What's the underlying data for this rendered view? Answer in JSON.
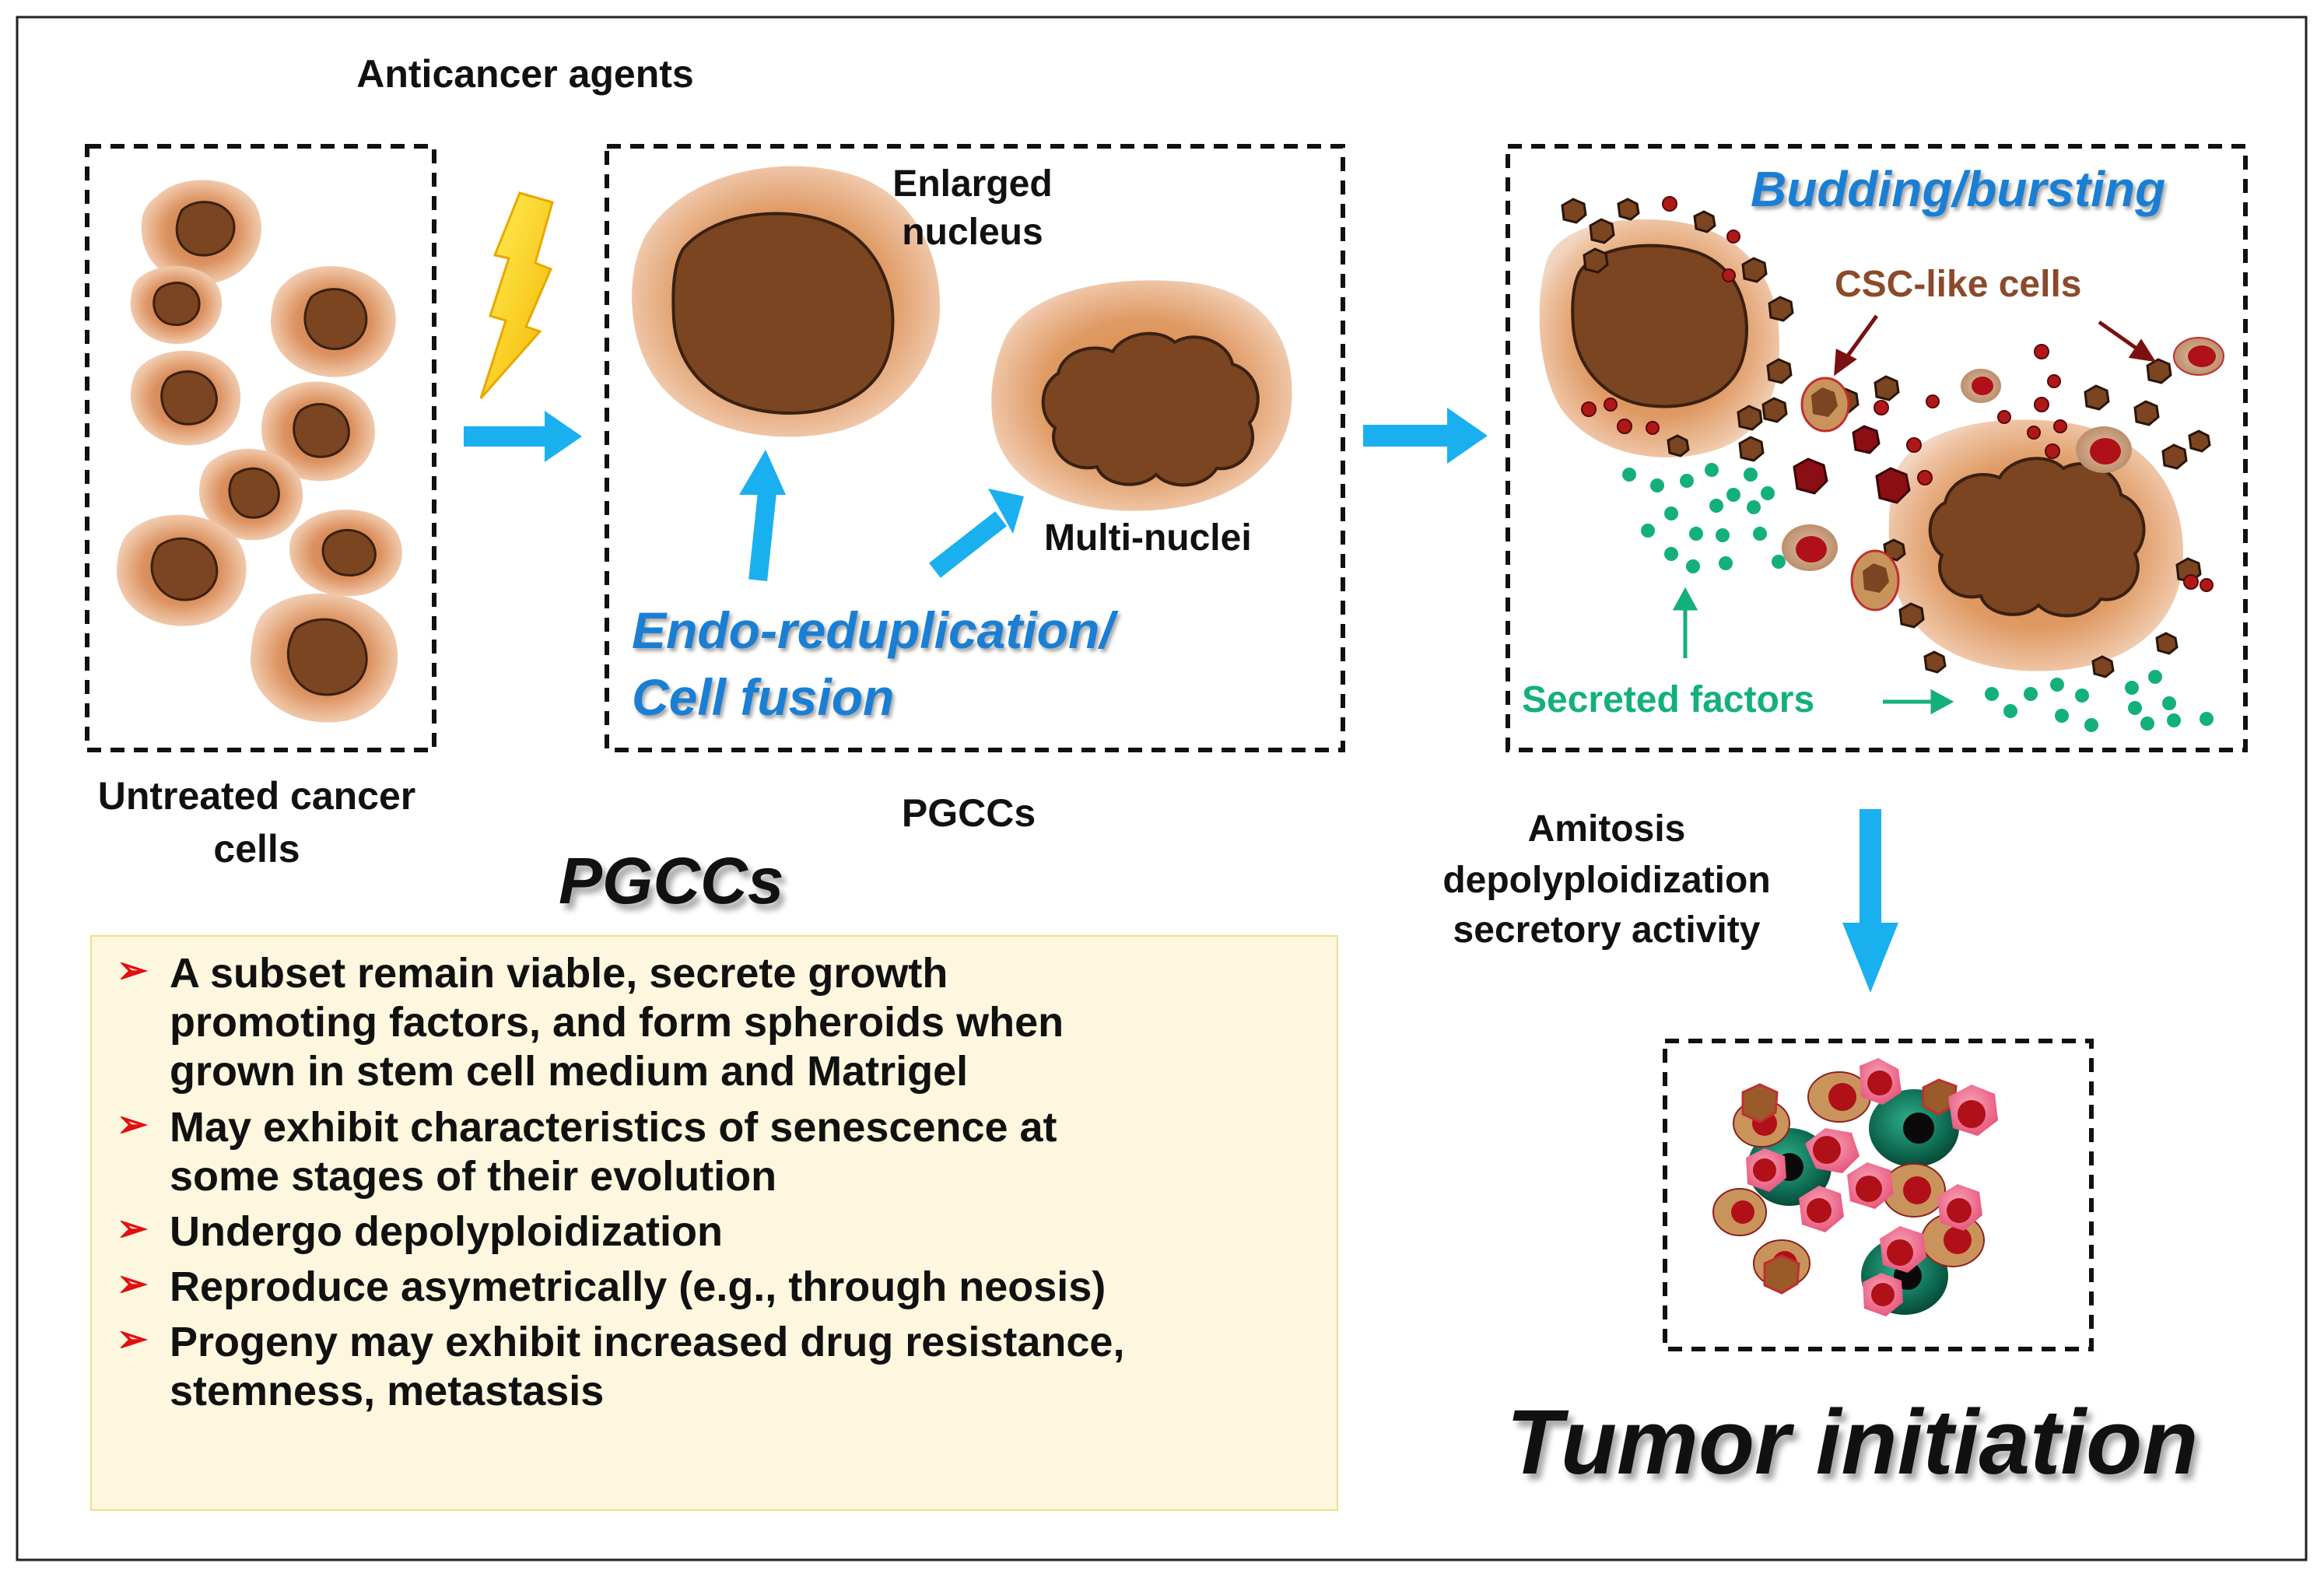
{
  "labels": {
    "anticancer_agents": "Anticancer agents",
    "untreated_cells": "Untreated cancer\ncells",
    "enlarged_nucleus": "Enlarged\nnucleus",
    "multi_nuclei": "Multi-nuclei",
    "endo_reduplication": "Endo-reduplication/",
    "cell_fusion": "Cell fusion",
    "pgccs_caption": "PGCCs",
    "budding_bursting": "Budding/bursting",
    "csc_like_cells": "CSC-like cells",
    "secreted_factors": "Secreted factors",
    "amitosis_1": "Amitosis",
    "amitosis_2": "depolyploidization",
    "amitosis_3": "secretory activity",
    "pgccs_heading": "PGCCs",
    "tumor_initiation": "Tumor initiation"
  },
  "pgcc_features": [
    "A subset remain viable, secrete growth\npromoting factors, and form spheroids when\ngrown in stem cell medium and Matrigel",
    "May exhibit characteristics of senescence at\nsome stages of their evolution",
    "Undergo depolyploidization",
    "Reproduce asymetrically (e.g., through neosis)",
    "Progeny may  exhibit increased drug resistance,\nstemness, metastasis"
  ],
  "bullet_symbol": "➢",
  "colors": {
    "arrow_blue": "#1ab0f0",
    "label_blue": "#1a7fd4",
    "secreted_green": "#13b07a",
    "csc_brown": "#8b4a2b",
    "dark_red": "#7a1010",
    "nucleus_brown": "#7a4520",
    "cytoplasm_orange": "#d88a4e",
    "info_box_bg": "#fdf7df",
    "bullet_red": "#e01010"
  }
}
